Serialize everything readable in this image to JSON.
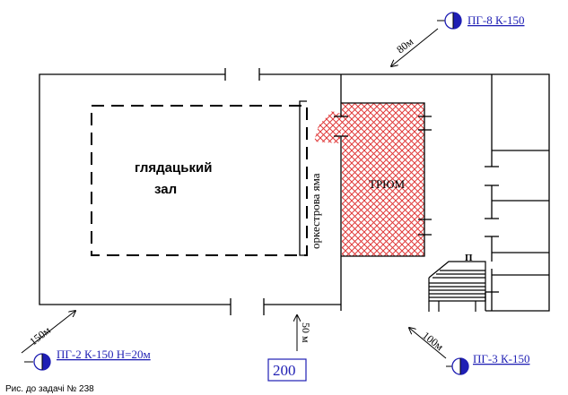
{
  "rooms": {
    "hall_line1": "глядацький",
    "hall_line2": "зал",
    "orchestra_pit": "оркестрова яма",
    "hold": "ТРЮМ",
    "stair_mark": "П"
  },
  "hydrants": {
    "top": "ПГ-8 К-150",
    "bottom_left": "ПГ-2 К-150 Н=20м",
    "bottom_right": "ПГ-3 К-150"
  },
  "distances": {
    "top": "80м",
    "bottom_left": "150м",
    "bottom_center": "50 м",
    "bottom_right": "100м"
  },
  "box_value": "200",
  "caption": "Рис. до задачі № 238",
  "colors": {
    "hatch": "#e03a3a",
    "hydrant_blue": "#1f1fb4",
    "lines": "#000000"
  },
  "icons": {
    "hydrant": "hydrant-icon",
    "arrow": "arrow-icon"
  }
}
